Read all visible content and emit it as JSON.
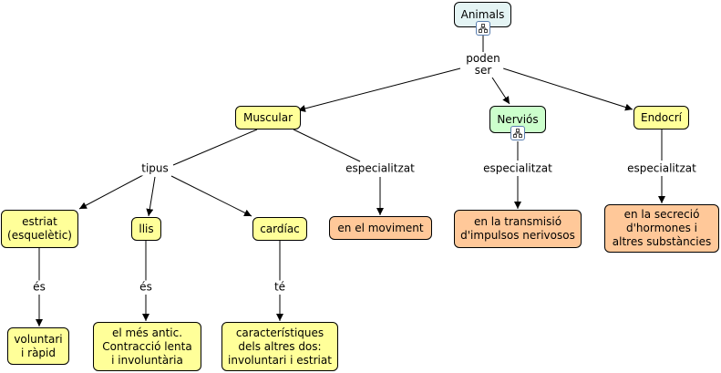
{
  "colors": {
    "concept_yellow": "#ffff99",
    "concept_orange": "#ffc899",
    "concept_green": "#ccffcc",
    "root_bg": "#e4f4f4",
    "line": "#000000"
  },
  "icons": {
    "submap": "submap-icon"
  },
  "concepts": {
    "animals": "Animals",
    "muscular": "Muscular",
    "nervios": "Nerviós",
    "endocri": "Endocrí",
    "estriat": "estriat\n(esquelètic)",
    "llis": "llis",
    "cardiac": "cardíac",
    "moviment": "en el moviment",
    "transmissio": "en la transmisió\nd'impulsos nerivosos",
    "secrecio": "en la secreció\nd'hormones i\naltres substàncies",
    "voluntari": "voluntari\ni ràpid",
    "antic": "el més antic.\nContracció lenta\ni involuntària",
    "caracteristiques": "característiques\ndels altres dos:\ninvoluntari i estriat"
  },
  "links": {
    "poden_ser": "poden\nser",
    "tipus": "tipus",
    "especialitzat_muscular": "especialitzat",
    "especialitzat_nervios": "especialitzat",
    "especialitzat_endocri": "especialitzat",
    "es_estriat": "és",
    "es_llis": "és",
    "te_cardiac": "té"
  }
}
